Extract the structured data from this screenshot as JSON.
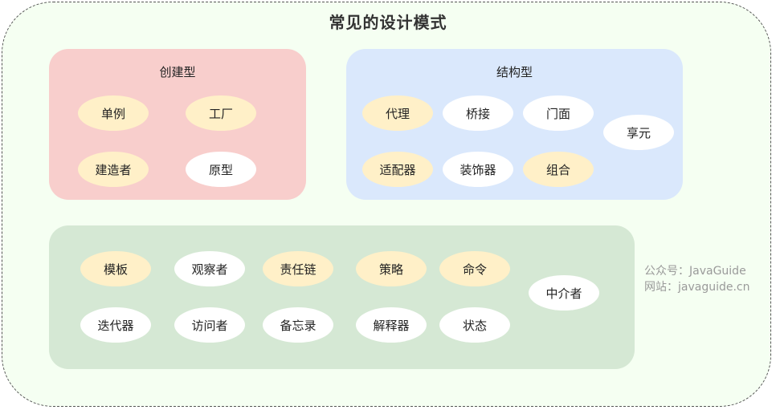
{
  "title": "常见的设计模式",
  "groups": {
    "creational": {
      "label": "创建型",
      "items": {
        "singleton": "单例",
        "factory": "工厂",
        "builder": "建造者",
        "prototype": "原型"
      }
    },
    "structural": {
      "label": "结构型",
      "items": {
        "proxy": "代理",
        "bridge": "桥接",
        "facade": "门面",
        "flyweight": "享元",
        "adapter": "适配器",
        "decorator": "装饰器",
        "composite": "组合"
      }
    },
    "behavioral": {
      "label": "",
      "items": {
        "template": "模板",
        "observer": "观察者",
        "chain": "责任链",
        "strategy": "策略",
        "command": "命令",
        "mediator": "中介者",
        "iterator": "迭代器",
        "visitor": "访问者",
        "memento": "备忘录",
        "interpreter": "解释器",
        "state": "状态"
      }
    }
  },
  "watermark": {
    "line1": "公众号：JavaGuide",
    "line2": "网站：javaguide.cn"
  },
  "colors": {
    "frame_bg": "#f5fff2",
    "creational_bg": "#f8cecc",
    "structural_bg": "#dae8fc",
    "behavioral_bg": "#d5e8d4",
    "highlight_pill": "#fff0c8",
    "plain_pill": "#ffffff"
  }
}
